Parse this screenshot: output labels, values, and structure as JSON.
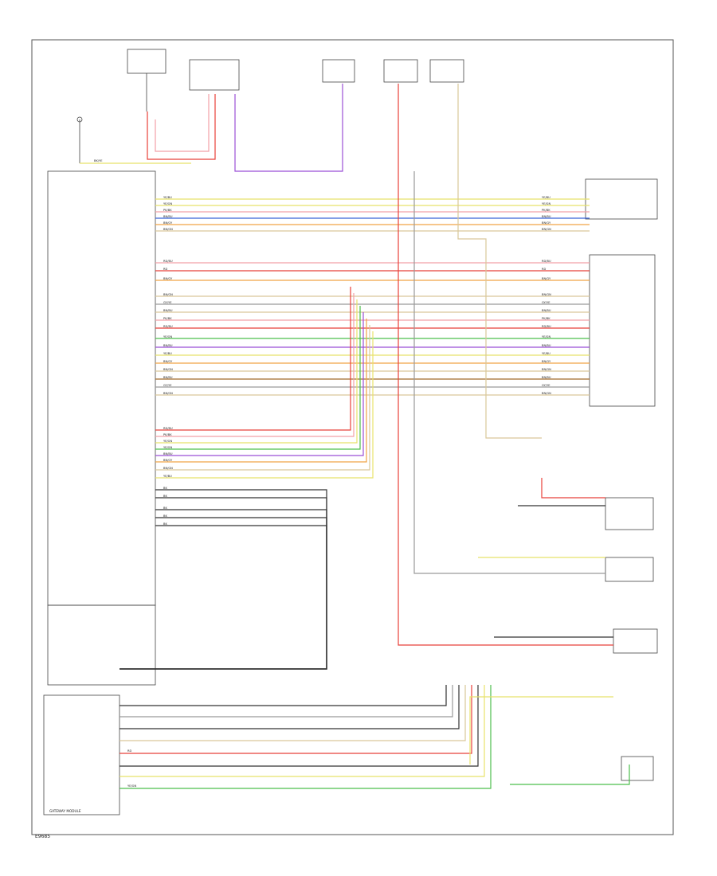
{
  "footer": {
    "code": "E9685"
  },
  "colors": {
    "red": "#e8413a",
    "pink": "#f2a0a8",
    "yellow": "#e8e26a",
    "purple": "#9b4fd6",
    "blue": "#3b63d8",
    "green": "#4cbf4c",
    "orange": "#f0a446",
    "gray": "#9a9a9a",
    "black": "#333333",
    "brown": "#a26a2a",
    "tan": "#d9c79a"
  },
  "wire_labels": {
    "pk_bk": "PK/BK",
    "ye_bu": "YE/BU",
    "ye_gn": "YE/GN",
    "bn_gy": "BN/GY",
    "bn_bu": "BN/BU",
    "bn_gn": "BN/GN",
    "bk_ye": "BK/YE",
    "bk": "BK",
    "gy_ye": "GY/YE",
    "rd_bu": "RD/BU",
    "rd": "RD"
  },
  "components": {
    "main_module": {
      "label": "GATEWAY MODULE"
    }
  }
}
